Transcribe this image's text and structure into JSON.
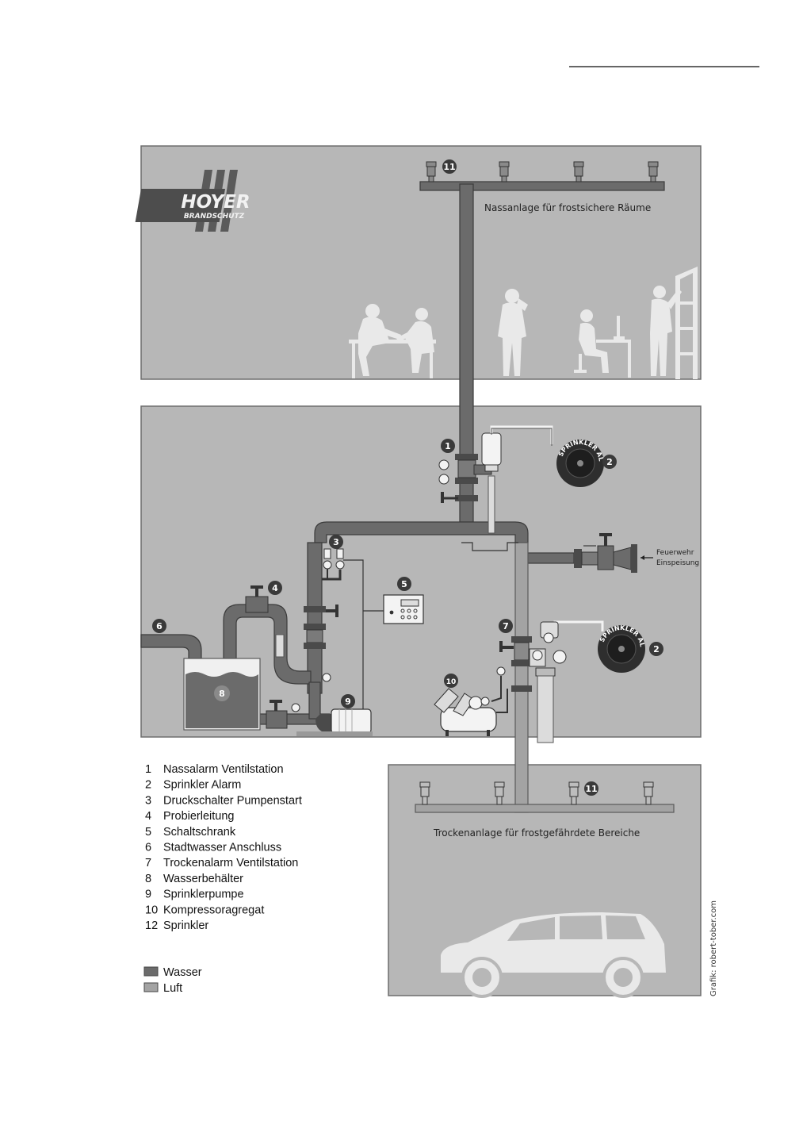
{
  "colors": {
    "room": "#b7b7b7",
    "room_border": "#6e6e6e",
    "water": "#6b6b6b",
    "air": "#a3a3a3",
    "dark": "#3c3c3c",
    "silhouette": "#e9e9e9",
    "marker": "#3a3a3a"
  },
  "logo": {
    "line1": "HOYER",
    "line2": "BRANDSCHUTZ"
  },
  "zones": {
    "wet": "Nassanlage für frostsichere Räume",
    "dry": "Trockenanlage für frostgefährdete Bereiche"
  },
  "labels": {
    "feuerwehr_line1": "Feuerwehr",
    "feuerwehr_line2": "Einspeisung",
    "alarm_text": "SPRINKLER ALARM"
  },
  "markers": {
    "m1": "1",
    "m2a": "2",
    "m2b": "2",
    "m3": "3",
    "m4": "4",
    "m5": "5",
    "m6": "6",
    "m7": "7",
    "m8": "8",
    "m9": "9",
    "m10": "10",
    "m11a": "11",
    "m11b": "11"
  },
  "legend_items": [
    {
      "num": "1",
      "label": "Nassalarm Ventilstation"
    },
    {
      "num": "2",
      "label": "Sprinkler Alarm"
    },
    {
      "num": "3",
      "label": "Druckschalter Pumpenstart"
    },
    {
      "num": "4",
      "label": "Probierleitung"
    },
    {
      "num": "5",
      "label": "Schaltschrank"
    },
    {
      "num": "6",
      "label": "Stadtwasser Anschluss"
    },
    {
      "num": "7",
      "label": "Trockenalarm Ventilstation"
    },
    {
      "num": "8",
      "label": "Wasserbehälter"
    },
    {
      "num": "9",
      "label": "Sprinklerpumpe"
    },
    {
      "num": "10",
      "label": "Kompressoragregat"
    },
    {
      "num": "12",
      "label": "Sprinkler"
    }
  ],
  "medium_legend": [
    {
      "label": "Wasser",
      "color": "#6b6b6b"
    },
    {
      "label": "Luft",
      "color": "#a3a3a3"
    }
  ],
  "credit": "Grafik: robert-tober.com"
}
